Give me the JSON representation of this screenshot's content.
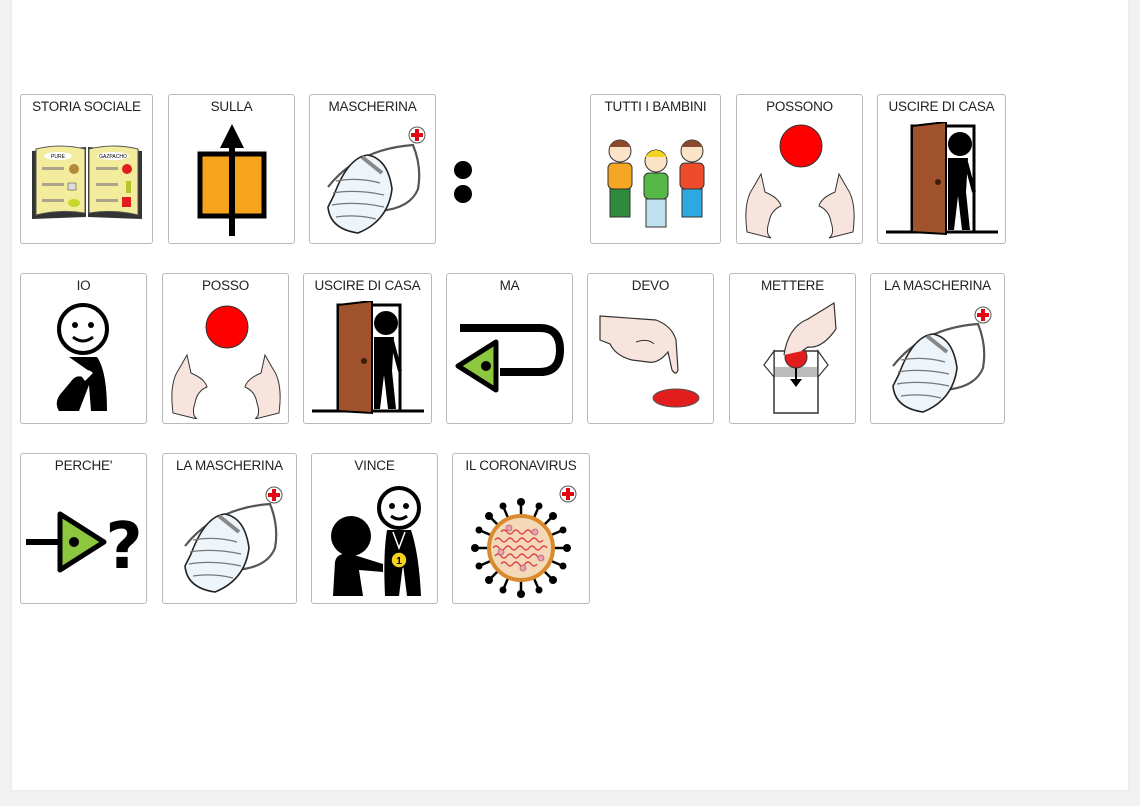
{
  "document": {
    "type": "social-story-pictogram-board",
    "rows": [
      {
        "cards": [
          {
            "label": "STORIA SOCIALE",
            "icon": "recipe-book-icon"
          },
          {
            "label": "SULLA",
            "icon": "arrow-through-box-icon"
          },
          {
            "label": "MASCHERINA",
            "icon": "face-mask-icon",
            "badge": "medical-cross-icon"
          },
          {
            "label": ":",
            "icon": "colon-icon",
            "free": true
          },
          {
            "label": "TUTTI I BAMBINI",
            "icon": "three-children-icon"
          },
          {
            "label": "POSSONO",
            "icon": "hands-reaching-ball-icon"
          },
          {
            "label": "USCIRE DI CASA",
            "icon": "person-exiting-door-icon"
          }
        ]
      },
      {
        "cards": [
          {
            "label": "IO",
            "icon": "person-pointing-self-icon"
          },
          {
            "label": "POSSO",
            "icon": "hands-reaching-ball-icon"
          },
          {
            "label": "USCIRE DI CASA",
            "icon": "person-exiting-door-icon"
          },
          {
            "label": "MA",
            "icon": "return-arrow-icon"
          },
          {
            "label": "DEVO",
            "icon": "finger-pointing-down-icon"
          },
          {
            "label": "METTERE",
            "icon": "hand-putting-ball-in-box-icon"
          },
          {
            "label": "LA MASCHERINA",
            "icon": "face-mask-icon",
            "badge": "medical-cross-icon"
          }
        ]
      },
      {
        "cards": [
          {
            "label": "PERCHE'",
            "icon": "why-arrow-question-icon"
          },
          {
            "label": "LA MASCHERINA",
            "icon": "face-mask-icon",
            "badge": "medical-cross-icon"
          },
          {
            "label": "VINCE",
            "icon": "winner-medal-icon"
          },
          {
            "label": "IL CORONAVIRUS",
            "icon": "coronavirus-icon",
            "badge": "medical-cross-icon"
          }
        ]
      }
    ]
  },
  "colors": {
    "page_bg": "#f1f1f1",
    "sheet_bg": "#ffffff",
    "card_border": "#b9b9b9",
    "orange": "#f5a623",
    "red": "#ff0000",
    "door_brown": "#a0522d",
    "green_arrow": "#8dc63f"
  }
}
